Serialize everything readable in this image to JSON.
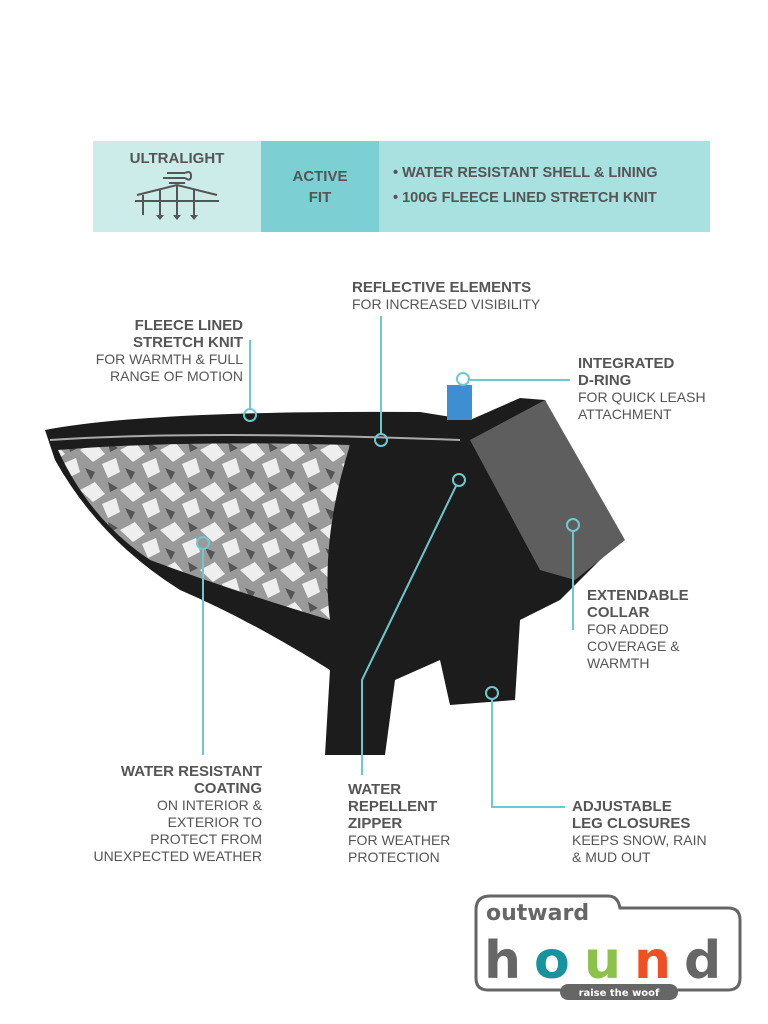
{
  "banner": {
    "ultralight": "ULTRALIGHT",
    "fit": [
      "ACTIVE",
      "FIT"
    ],
    "features": [
      "• WATER RESISTANT SHELL & LINING",
      "• 100G FLEECE LINED STRETCH KNIT"
    ]
  },
  "callouts": {
    "reflective": {
      "title": "REFLECTIVE ELEMENTS",
      "sub": "FOR INCREASED VISIBILITY"
    },
    "fleece": {
      "title": [
        "FLEECE LINED",
        "STRETCH KNIT"
      ],
      "sub": [
        "FOR WARMTH & FULL",
        "RANGE OF MOTION"
      ]
    },
    "dring": {
      "title": [
        "INTEGRATED",
        "D-RING"
      ],
      "sub": [
        "FOR QUICK LEASH",
        "ATTACHMENT"
      ]
    },
    "collar": {
      "title": [
        "EXTENDABLE",
        "COLLAR"
      ],
      "sub": [
        "FOR ADDED",
        "COVERAGE &",
        "WARMTH"
      ]
    },
    "coating": {
      "title": [
        "WATER RESISTANT",
        "COATING"
      ],
      "sub": [
        "ON INTERIOR &",
        "EXTERIOR TO",
        "PROTECT FROM",
        "UNEXPECTED WEATHER"
      ]
    },
    "zipper": {
      "title": [
        "WATER",
        "REPELLENT",
        "ZIPPER"
      ],
      "sub": [
        "FOR WEATHER",
        "PROTECTION"
      ]
    },
    "legs": {
      "title": [
        "ADJUSTABLE",
        "LEG CLOSURES"
      ],
      "sub": [
        "KEEPS SNOW, RAIN",
        "& MUD OUT"
      ]
    }
  },
  "logo": {
    "top": "outward",
    "main": [
      "h",
      "o",
      "u",
      "n",
      "d"
    ],
    "tagline": "raise the woof"
  },
  "colors": {
    "teal": "#6cc9cf",
    "text": "#555555"
  }
}
